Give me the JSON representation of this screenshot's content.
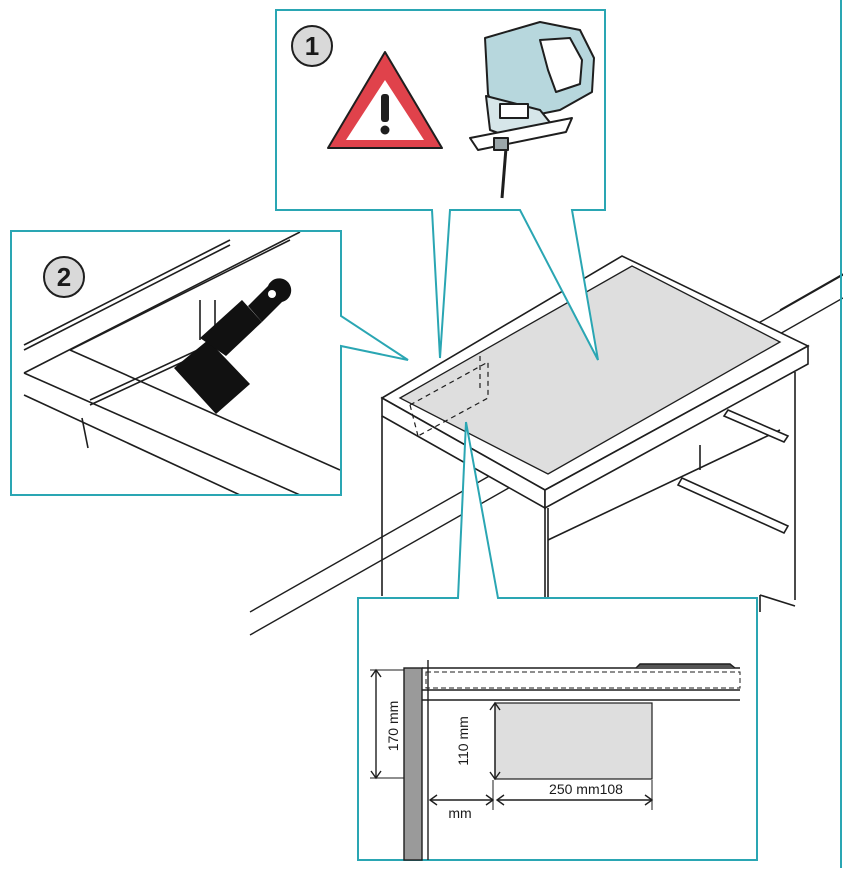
{
  "callouts": {
    "step_1": {
      "number": "1",
      "warning_icon": "warning-triangle-icon",
      "tool_icon": "jigsaw-icon"
    },
    "step_2": {
      "number": "2",
      "tool_icon": "sealant-spatula-icon"
    }
  },
  "dimensions": {
    "total_height": "170 mm",
    "cutout_depth": "110 mm",
    "edge_offset": "mm",
    "cutout_width": "250 mm108"
  },
  "colors": {
    "callout_border": "#2aa6b3",
    "outline": "#1e1e1e",
    "cutout_fill": "#dedede",
    "warning_red": "#e0424b",
    "step_circle": "#d9d9d9"
  }
}
